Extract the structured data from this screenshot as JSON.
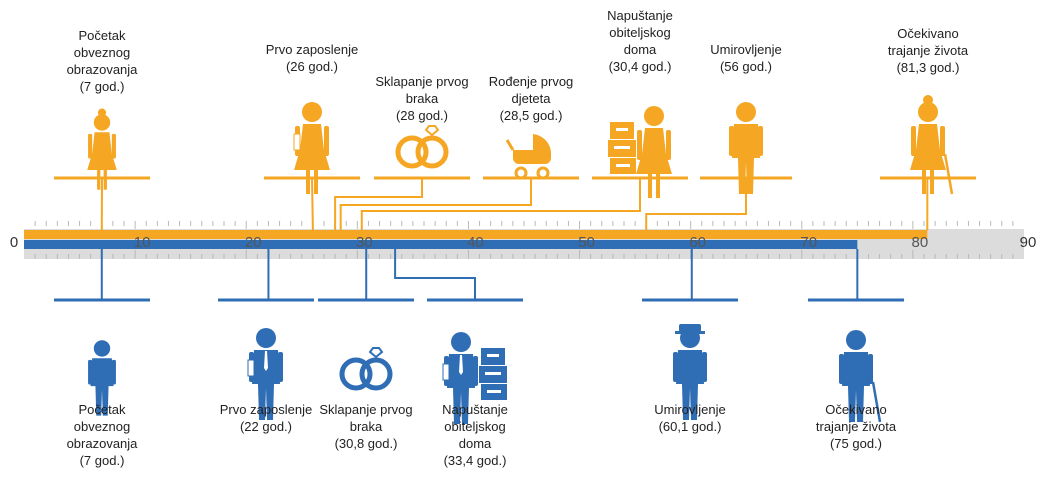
{
  "colors": {
    "female": "#f5a623",
    "male": "#2f6db5",
    "track": "#dcdcdc",
    "tick": "#b9b9b9",
    "text": "#222222"
  },
  "axis": {
    "min": 0,
    "max": 90,
    "tick_labels": [
      "0",
      "10",
      "20",
      "30",
      "40",
      "50",
      "60",
      "70",
      "80",
      "90"
    ]
  },
  "bars": {
    "female_value": 81.3,
    "male_value": 75
  },
  "female_events": [
    {
      "label_lines": [
        "Početak",
        "obveznog",
        "obrazovanja",
        "(7 god.)"
      ],
      "value": 7,
      "icon": "girl-icon"
    },
    {
      "label_lines": [
        "Prvo zaposlenje",
        "(26 god.)"
      ],
      "value": 26,
      "icon": "woman-worker-icon"
    },
    {
      "label_lines": [
        "Sklapanje prvog",
        "braka",
        "(28 god.)"
      ],
      "value": 28,
      "icon": "wedding-rings-icon"
    },
    {
      "label_lines": [
        "Rođenje prvog",
        "djeteta",
        "(28,5 god.)"
      ],
      "value": 28.5,
      "icon": "baby-carriage-icon"
    },
    {
      "label_lines": [
        "Napuštanje",
        "obiteljskog",
        "doma",
        "(30,4 god.)"
      ],
      "value": 30.4,
      "icon": "woman-moving-boxes-icon"
    },
    {
      "label_lines": [
        "Umirovljenje",
        "(56 god.)"
      ],
      "value": 56,
      "icon": "retired-woman-icon"
    },
    {
      "label_lines": [
        "Očekivano",
        "trajanje života",
        "(81,3 god.)"
      ],
      "value": 81.3,
      "icon": "elderly-woman-icon"
    }
  ],
  "male_events": [
    {
      "label_lines": [
        "Početak",
        "obveznog",
        "obrazovanja",
        "(7 god.)"
      ],
      "value": 7,
      "icon": "boy-icon"
    },
    {
      "label_lines": [
        "Prvo zaposlenje",
        "(22 god.)"
      ],
      "value": 22,
      "icon": "man-worker-icon"
    },
    {
      "label_lines": [
        "Sklapanje prvog",
        "braka",
        "(30,8 god.)"
      ],
      "value": 30.8,
      "icon": "wedding-rings-icon"
    },
    {
      "label_lines": [
        "Napuštanje",
        "obiteljskog",
        "doma",
        "(33,4 god.)"
      ],
      "value": 33.4,
      "icon": "man-moving-boxes-icon"
    },
    {
      "label_lines": [
        "Umirovljenje",
        "(60,1 god.)"
      ],
      "value": 60.1,
      "icon": "retired-man-icon"
    },
    {
      "label_lines": [
        "Očekivano",
        "trajanje života",
        "(75 god.)"
      ],
      "value": 75,
      "icon": "elderly-man-icon"
    }
  ]
}
